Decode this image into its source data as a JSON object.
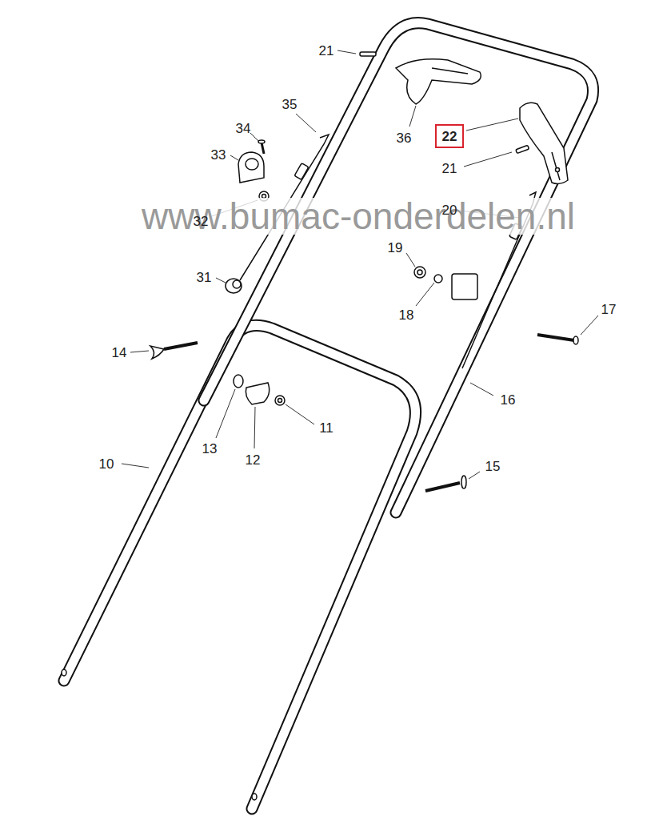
{
  "diagram": {
    "nodes": [
      {
        "text": [
          "22"
        ]
      }
    ],
    "edges": [],
    "labels": [
      "21",
      "35",
      "34",
      "33",
      "36",
      "21",
      "www.bumac-onderdelen.nl",
      "20",
      "32",
      "19",
      "31",
      "18",
      "17",
      "14",
      "16",
      "11",
      "13",
      "12",
      "10",
      "15"
    ]
  }
}
